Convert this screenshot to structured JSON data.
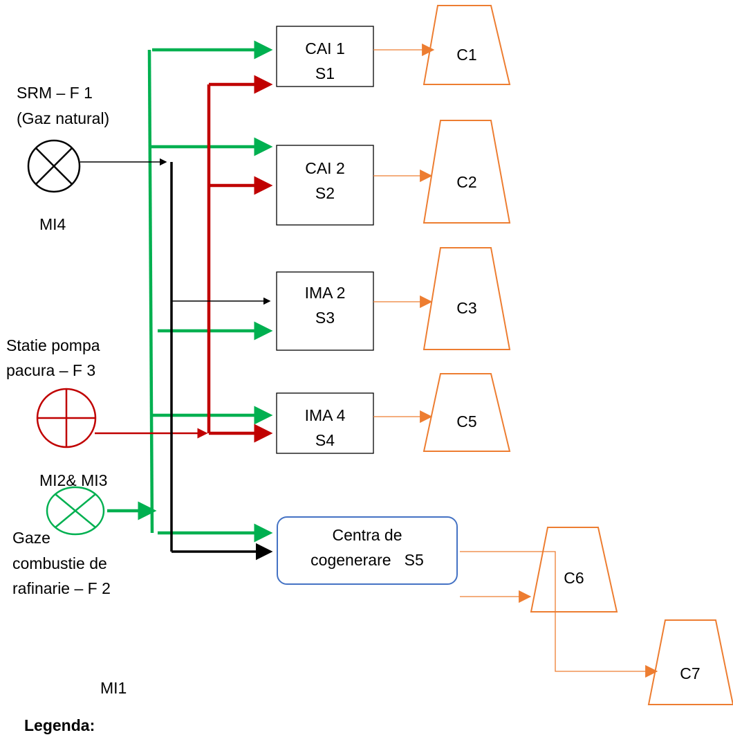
{
  "sources": {
    "srm": {
      "line1": "SRM – F 1",
      "line2": "(Gaz natural)",
      "meter": "MI4"
    },
    "pump": {
      "line1": "Statie pompa",
      "line2": "pacura – F 3",
      "meter": "MI2& MI3"
    },
    "refinery": {
      "line1": "Gaze",
      "line2": "combustie de",
      "line3": "rafinarie – F 2",
      "meter": "MI1"
    }
  },
  "units": {
    "cai1": {
      "line1": "CAI 1",
      "line2": "S1"
    },
    "cai2": {
      "line1": "CAI 2",
      "line2": "S2"
    },
    "ima2": {
      "line1": "IMA 2",
      "line2": "S3"
    },
    "ima4": {
      "line1": "IMA 4",
      "line2": "S4"
    },
    "cogen": {
      "line1": "Centra de",
      "line2": "cogenerare   S5"
    }
  },
  "stacks": {
    "c1": "C1",
    "c2": "C2",
    "c3": "C3",
    "c5": "C5",
    "c6": "C6",
    "c7": "C7"
  },
  "legend": "Legenda:",
  "colors": {
    "green": "#00b050",
    "red": "#c00000",
    "black": "#000000",
    "orange": "#ed7d31",
    "blue": "#4472c4"
  }
}
